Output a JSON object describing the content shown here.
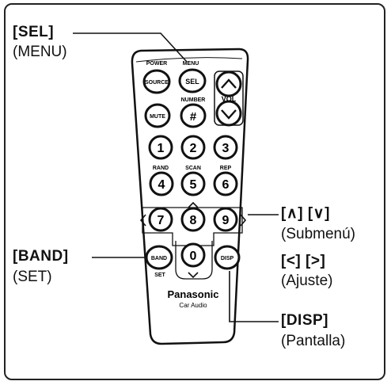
{
  "callouts": {
    "sel": {
      "key": "[SEL]",
      "desc": "(MENU)"
    },
    "band": {
      "key": "[BAND]",
      "desc": "(SET)"
    },
    "arrows_updown": {
      "key": "[∧] [∨]",
      "desc": "(Submenú)"
    },
    "arrows_leftright": {
      "key": "[<] [>]",
      "desc": "(Ajuste)"
    },
    "disp": {
      "key": "[DISP]",
      "desc": "(Pantalla)"
    }
  },
  "remote": {
    "top_labels": {
      "power": "POWER",
      "menu": "MENU"
    },
    "buttons": {
      "source": "SOURCE",
      "sel": "SEL",
      "mute": "MUTE",
      "number": "#",
      "band": "BAND",
      "disp": "DISP"
    },
    "small_labels": {
      "number": "NUMBER",
      "vol": "VOL",
      "rand": "RAND",
      "scan": "SCAN",
      "rep": "REP",
      "set": "SET"
    },
    "digits": [
      "1",
      "2",
      "3",
      "4",
      "5",
      "6",
      "7",
      "8",
      "9",
      "0"
    ],
    "brand": "Panasonic",
    "sub_brand": "Car Audio"
  }
}
